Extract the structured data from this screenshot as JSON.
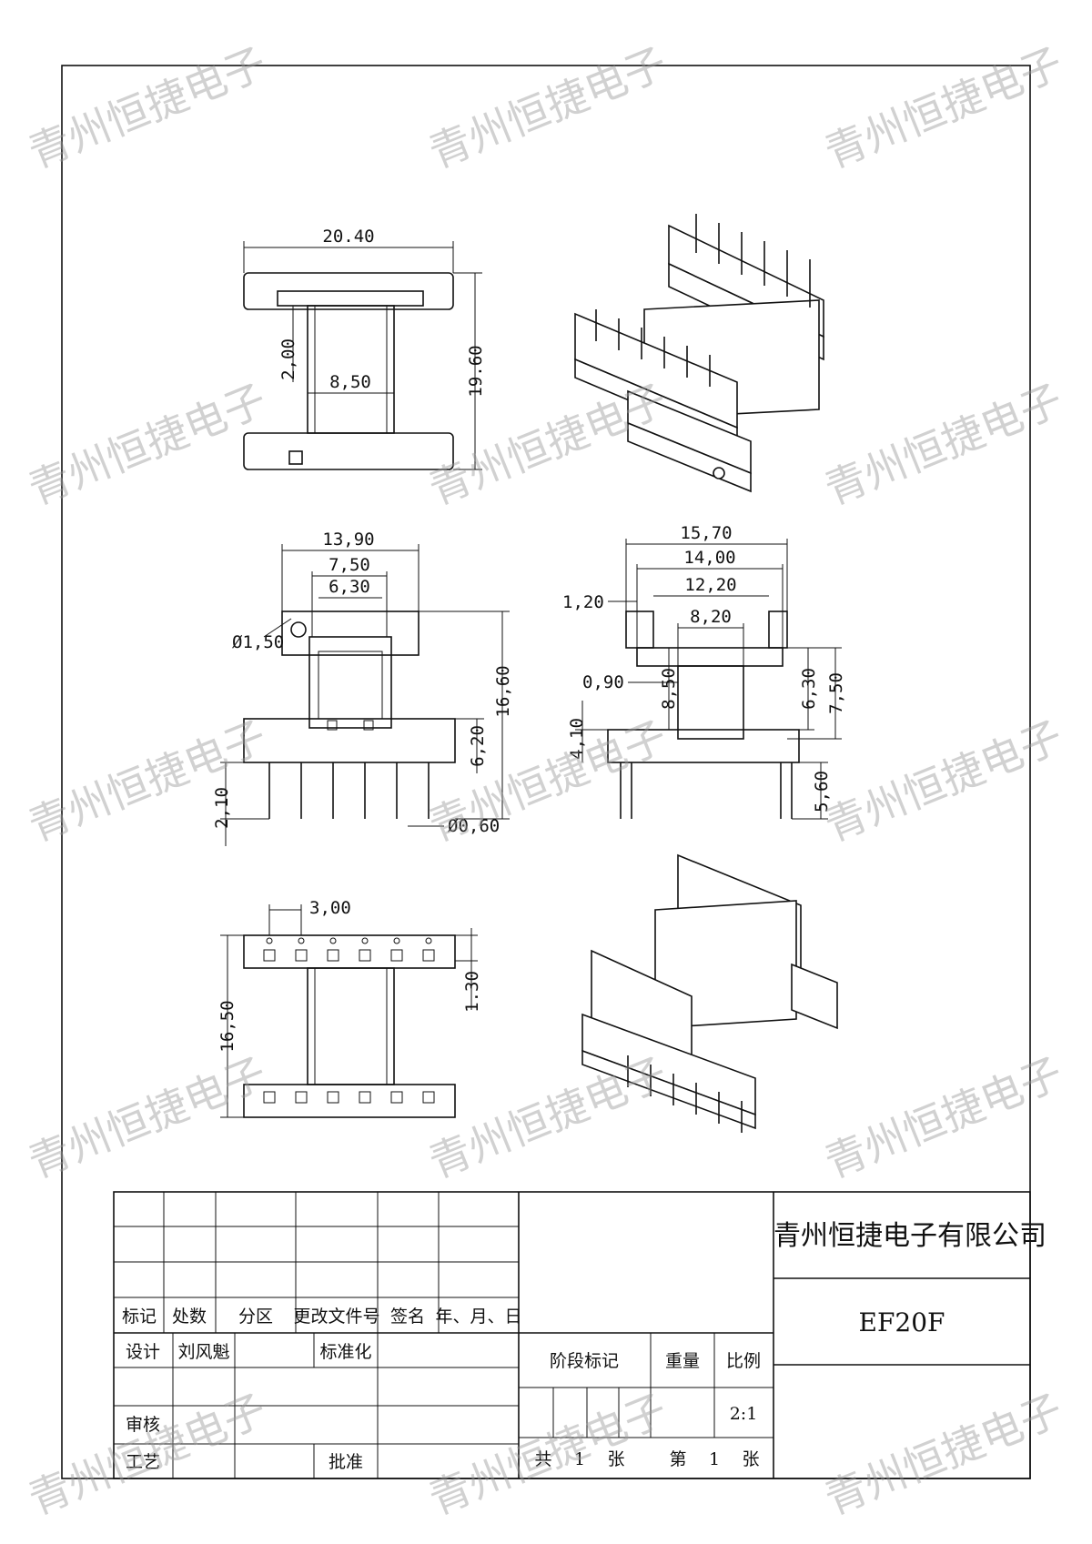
{
  "dimensions": {
    "top_width": "20.40",
    "top_flange": "2,00",
    "top_core": "8,50",
    "top_height": "19.60",
    "front_width": "13,90",
    "front_inner1": "7,50",
    "front_inner2": "6,30",
    "front_hole": "Ø1,50",
    "front_height": "16,60",
    "front_base": "6,20",
    "front_pin_len": "2,10",
    "front_pin_dia": "Ø0,60",
    "side_w1": "15,70",
    "side_w2": "14,00",
    "side_w3": "12,20",
    "side_w4": "8,20",
    "side_left": "1,20",
    "side_gap": "0,90",
    "side_core": "8,50",
    "side_h1": "6,30",
    "side_h2": "7,50",
    "side_base": "4,10",
    "side_pin": "5,60",
    "bottom_pitch": "3,00",
    "bottom_height": "16,50",
    "bottom_pin": "1.30"
  },
  "title_block": {
    "company": "青州恒捷电子有限公司",
    "part": "EF20F",
    "headers": [
      "标记",
      "处数",
      "分区",
      "更改文件号",
      "签名",
      "年、月、日"
    ],
    "design_label": "设计",
    "designer": "刘风魁",
    "standard_label": "标准化",
    "review_label": "审核",
    "process_label": "工艺",
    "approve_label": "批准",
    "stage_label": "阶段标记",
    "weight_label": "重量",
    "scale_label": "比例",
    "scale": "2:1",
    "total_label": "共",
    "total": "1",
    "sheet_unit": "张",
    "sheet_label": "第",
    "sheet": "1",
    "sheet_unit2": "张"
  },
  "watermark": "青州恒捷电子"
}
